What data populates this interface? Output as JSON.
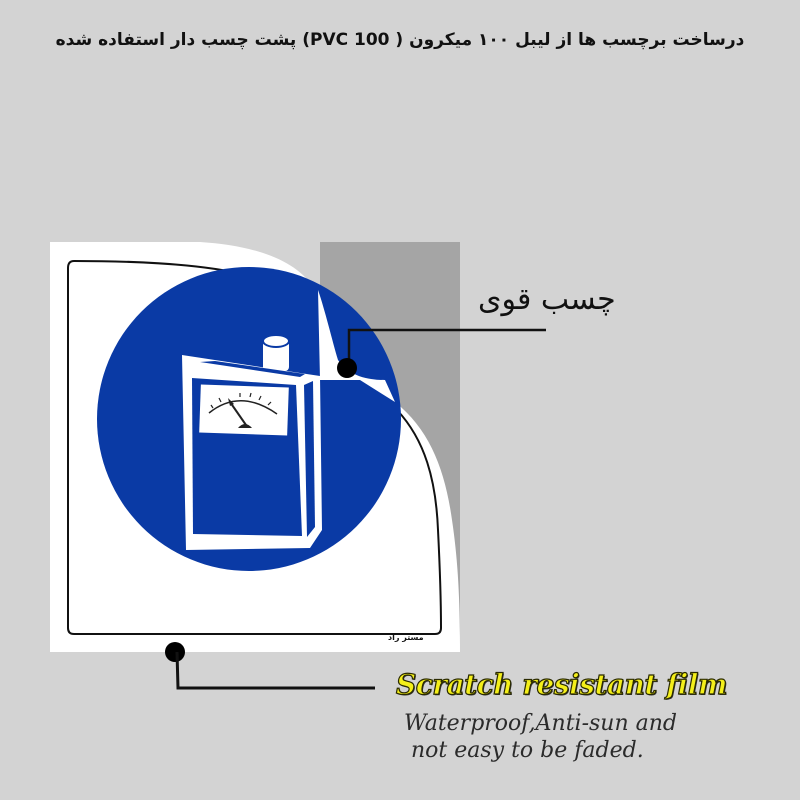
{
  "header": {
    "title": "درساخت برچسب ها از لیبل ۱۰۰ میکرون  ( PVC 100)   پشت چسب دار استفاده شده"
  },
  "sticker": {
    "symbol": "gas-detector-mandatory-sign",
    "brand": "مستر راد",
    "colors": {
      "blue": "#0a3aa5",
      "white": "#ffffff",
      "peel_backing": "#a5a5a5",
      "border": "#111111"
    }
  },
  "callouts": {
    "adhesive": "چسب قوی",
    "film_title": "Scratch resistant film",
    "film_description": "Waterproof,Anti-sun and\n not easy to be faded."
  },
  "colors": {
    "background": "#d3d3d3",
    "film_title": "#f4ef1a",
    "text": "#111111"
  }
}
